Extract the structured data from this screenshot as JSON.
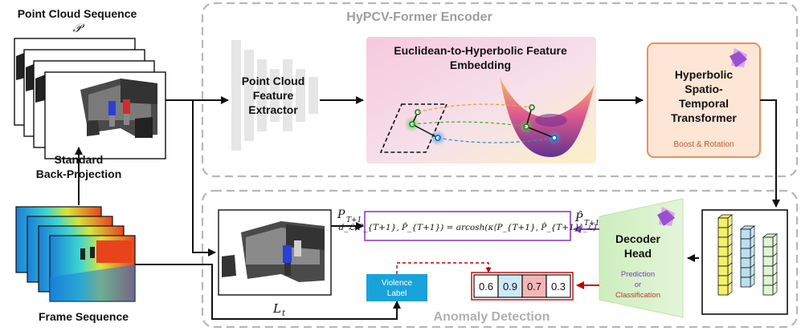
{
  "left_column": {
    "point_cloud_title": "Point Cloud Sequence",
    "point_cloud_symbol": "𝒫",
    "projection_label_line1": "Standard",
    "projection_label_line2": "Back-Projection",
    "frame_label": "Frame Sequence"
  },
  "encoder": {
    "title": "HyPCV-Former Encoder",
    "extractor_line1": "Point Cloud",
    "extractor_line2": "Feature",
    "extractor_line3": "Extractor",
    "embedding_line1": "Euclidean-to-Hyperbolic Feature",
    "embedding_line2": "Embedding",
    "transformer_line1": "Hyperbolic",
    "transformer_line2": "Spatio-",
    "transformer_line3": "Temporal",
    "transformer_line4": "Transformer",
    "transformer_sub": "Boost & Rotation"
  },
  "anomaly": {
    "title": "Anomaly Detection",
    "decoder_line1": "Decoder",
    "decoder_line2": "Head",
    "decoder_pred": "Prediction",
    "decoder_or": "or",
    "decoder_cls": "Classification",
    "violence_line1": "Violence",
    "violence_line2": "Label",
    "scores": [
      "0.6",
      "0.9",
      "0.7",
      "0.3"
    ],
    "p_t1": "P",
    "p_t1_sub": "T+1",
    "phat_t1": "P̂",
    "phat_t1_sub": "T+1",
    "l_t": "L",
    "l_t_sub": "t",
    "formula": "d_ℒ(P_{T+1}, P̂_{T+1}) = arcosh(κ⟨P_{T+1}, P̂_{T+1}⟩_ℒ)"
  },
  "colors": {
    "dashed_border": "#b8b8b8",
    "section_title": "#9e9e9e",
    "transformer_fill": "#fde6d6",
    "transformer_border": "#e8915a",
    "decoder_fill": "#d6f0c8",
    "violence_fill": "#1aa3d9",
    "formula_border": "#8a3fc0",
    "red_arrow": "#c00000",
    "purple_arrow": "#8a3fc0"
  }
}
